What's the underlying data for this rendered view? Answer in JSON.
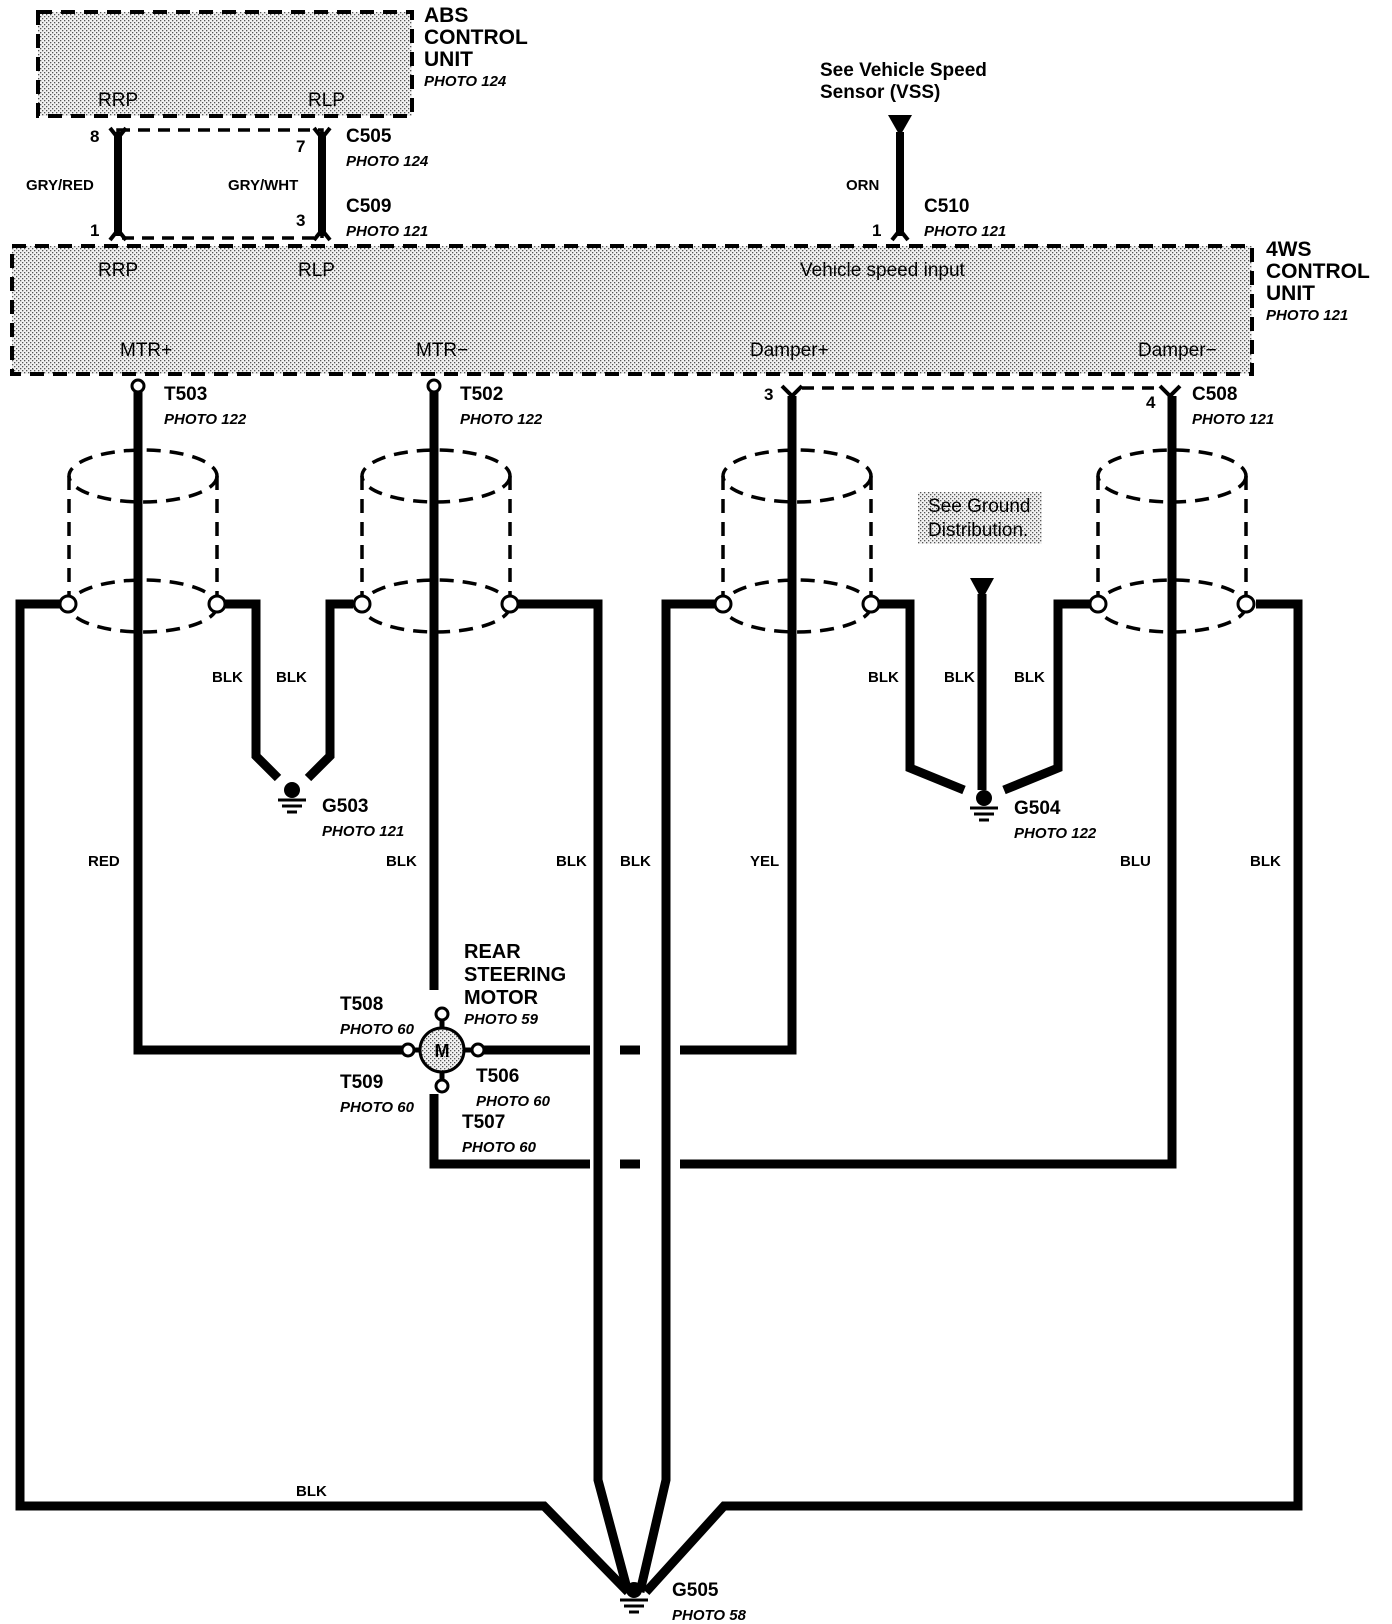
{
  "abs_unit": {
    "title_lines": [
      "ABS",
      "CONTROL",
      "UNIT"
    ],
    "photo": "PHOTO 124",
    "terminals": [
      "RRP",
      "RLP"
    ]
  },
  "ws_unit": {
    "title_lines": [
      "4WS",
      "CONTROL",
      "UNIT"
    ],
    "photo": "PHOTO 121",
    "inputs": [
      "RRP",
      "RLP",
      "Vehicle speed input"
    ],
    "outputs": [
      "MTR+",
      "MTR−",
      "Damper+",
      "Damper−"
    ]
  },
  "vss_note": {
    "lines": [
      "See Vehicle Speed",
      "Sensor (VSS)"
    ]
  },
  "ground_note": {
    "lines": [
      "See Ground",
      "Distribution."
    ]
  },
  "connectors": {
    "c505": {
      "name": "C505",
      "photo": "PHOTO 124"
    },
    "c509": {
      "name": "C509",
      "photo": "PHOTO 121"
    },
    "c510": {
      "name": "C510",
      "photo": "PHOTO 121"
    },
    "c508": {
      "name": "C508",
      "photo": "PHOTO 121"
    },
    "t503": {
      "name": "T503",
      "photo": "PHOTO 122"
    },
    "t502": {
      "name": "T502",
      "photo": "PHOTO 122"
    },
    "t508": {
      "name": "T508",
      "photo": "PHOTO 60"
    },
    "t509": {
      "name": "T509",
      "photo": "PHOTO 60"
    },
    "t506": {
      "name": "T506",
      "photo": "PHOTO 60"
    },
    "t507": {
      "name": "T507",
      "photo": "PHOTO 60"
    }
  },
  "pins": {
    "p8": "8",
    "p7": "7",
    "p1a": "1",
    "p3a": "3",
    "p1b": "1",
    "p3b": "3",
    "p4": "4"
  },
  "grounds": {
    "g503": {
      "name": "G503",
      "photo": "PHOTO 121"
    },
    "g504": {
      "name": "G504",
      "photo": "PHOTO 122"
    },
    "g505": {
      "name": "G505",
      "photo": "PHOTO 58"
    }
  },
  "motor": {
    "title_lines": [
      "REAR",
      "STEERING",
      "MOTOR"
    ],
    "photo": "PHOTO 59",
    "symbol": "M"
  },
  "wire_colors": {
    "gry_red": "GRY/RED",
    "gry_wht": "GRY/WHT",
    "orn": "ORN",
    "blk_g503_left": "BLK",
    "blk_g503_right": "BLK",
    "blk_g504_left": "BLK",
    "blk_g504_mid": "BLK",
    "blk_g504_right": "BLK",
    "red": "RED",
    "blk_mtr_minus": "BLK",
    "blk_shield2": "BLK",
    "blk_shield3": "BLK",
    "yel": "YEL",
    "blu": "BLU",
    "blk_shield4": "BLK",
    "blk_bottom": "BLK"
  }
}
